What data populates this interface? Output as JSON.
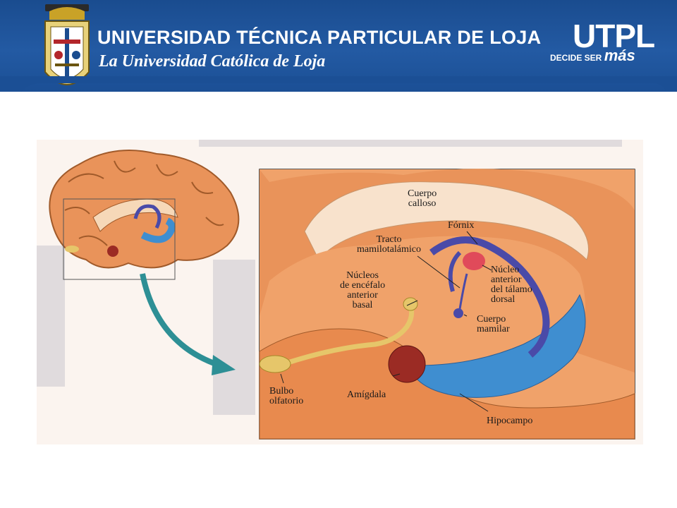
{
  "header": {
    "title": "UNIVERSIDAD TÉCNICA PARTICULAR DE LOJA",
    "subtitle": "La Universidad Católica de Loja",
    "brand": "UTPL",
    "slogan_small": "DECIDE SER",
    "slogan_big": "más",
    "colors": {
      "banner": "#1b4f95",
      "text": "#ffffff"
    }
  },
  "diagram": {
    "labels": {
      "cuerpo_calloso": [
        "Cuerpo",
        "calloso"
      ],
      "fornix": "Fórnix",
      "tracto": [
        "Tracto",
        "mamilotalámico"
      ],
      "nucleo_anterior": [
        "Núcleo",
        "anterior",
        "del tálamo",
        "dorsal"
      ],
      "nucleos_encefalo": [
        "Núcleos",
        "de encéfalo",
        "anterior",
        "basal"
      ],
      "cuerpo_mamilar": [
        "Cuerpo",
        "mamilar"
      ],
      "bulbo": [
        "Bulbo",
        "olfatorio"
      ],
      "amigdala": "Amígdala",
      "hipocampo": "Hipocampo"
    },
    "colors": {
      "cortex": "#e9935a",
      "fornix": "#4a4aa8",
      "hippocampus": "#3f8ed0",
      "amygdala": "#9b2b24",
      "olfactory": "#e6c66a",
      "nucleus": "#e04a5a"
    }
  }
}
